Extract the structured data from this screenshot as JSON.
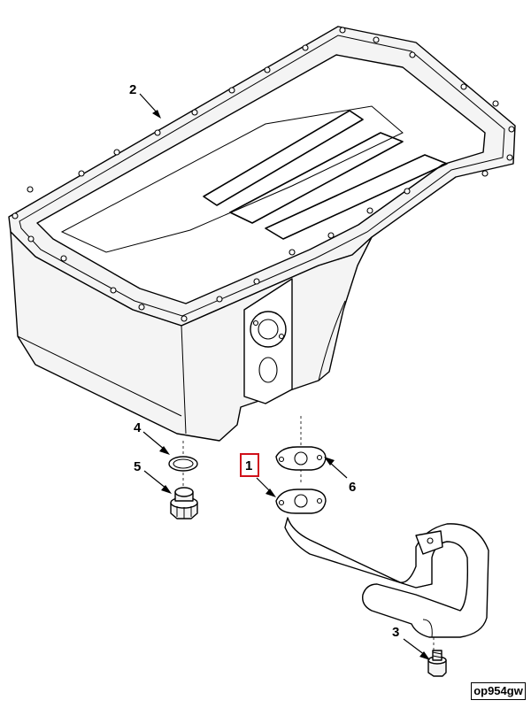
{
  "diagram": {
    "callouts": [
      {
        "id": "1",
        "label": "1",
        "part": "oil-pickup-tube",
        "highlighted": true
      },
      {
        "id": "2",
        "label": "2",
        "part": "oil-pan-gasket",
        "highlighted": false
      },
      {
        "id": "3",
        "label": "3",
        "part": "bolt",
        "highlighted": false
      },
      {
        "id": "4",
        "label": "4",
        "part": "drain-plug-washer",
        "highlighted": false
      },
      {
        "id": "5",
        "label": "5",
        "part": "drain-plug",
        "highlighted": false
      },
      {
        "id": "6",
        "label": "6",
        "part": "pickup-tube-gasket",
        "highlighted": false
      }
    ],
    "figure_code": "op954gw",
    "highlight_color": "#d0101a"
  }
}
